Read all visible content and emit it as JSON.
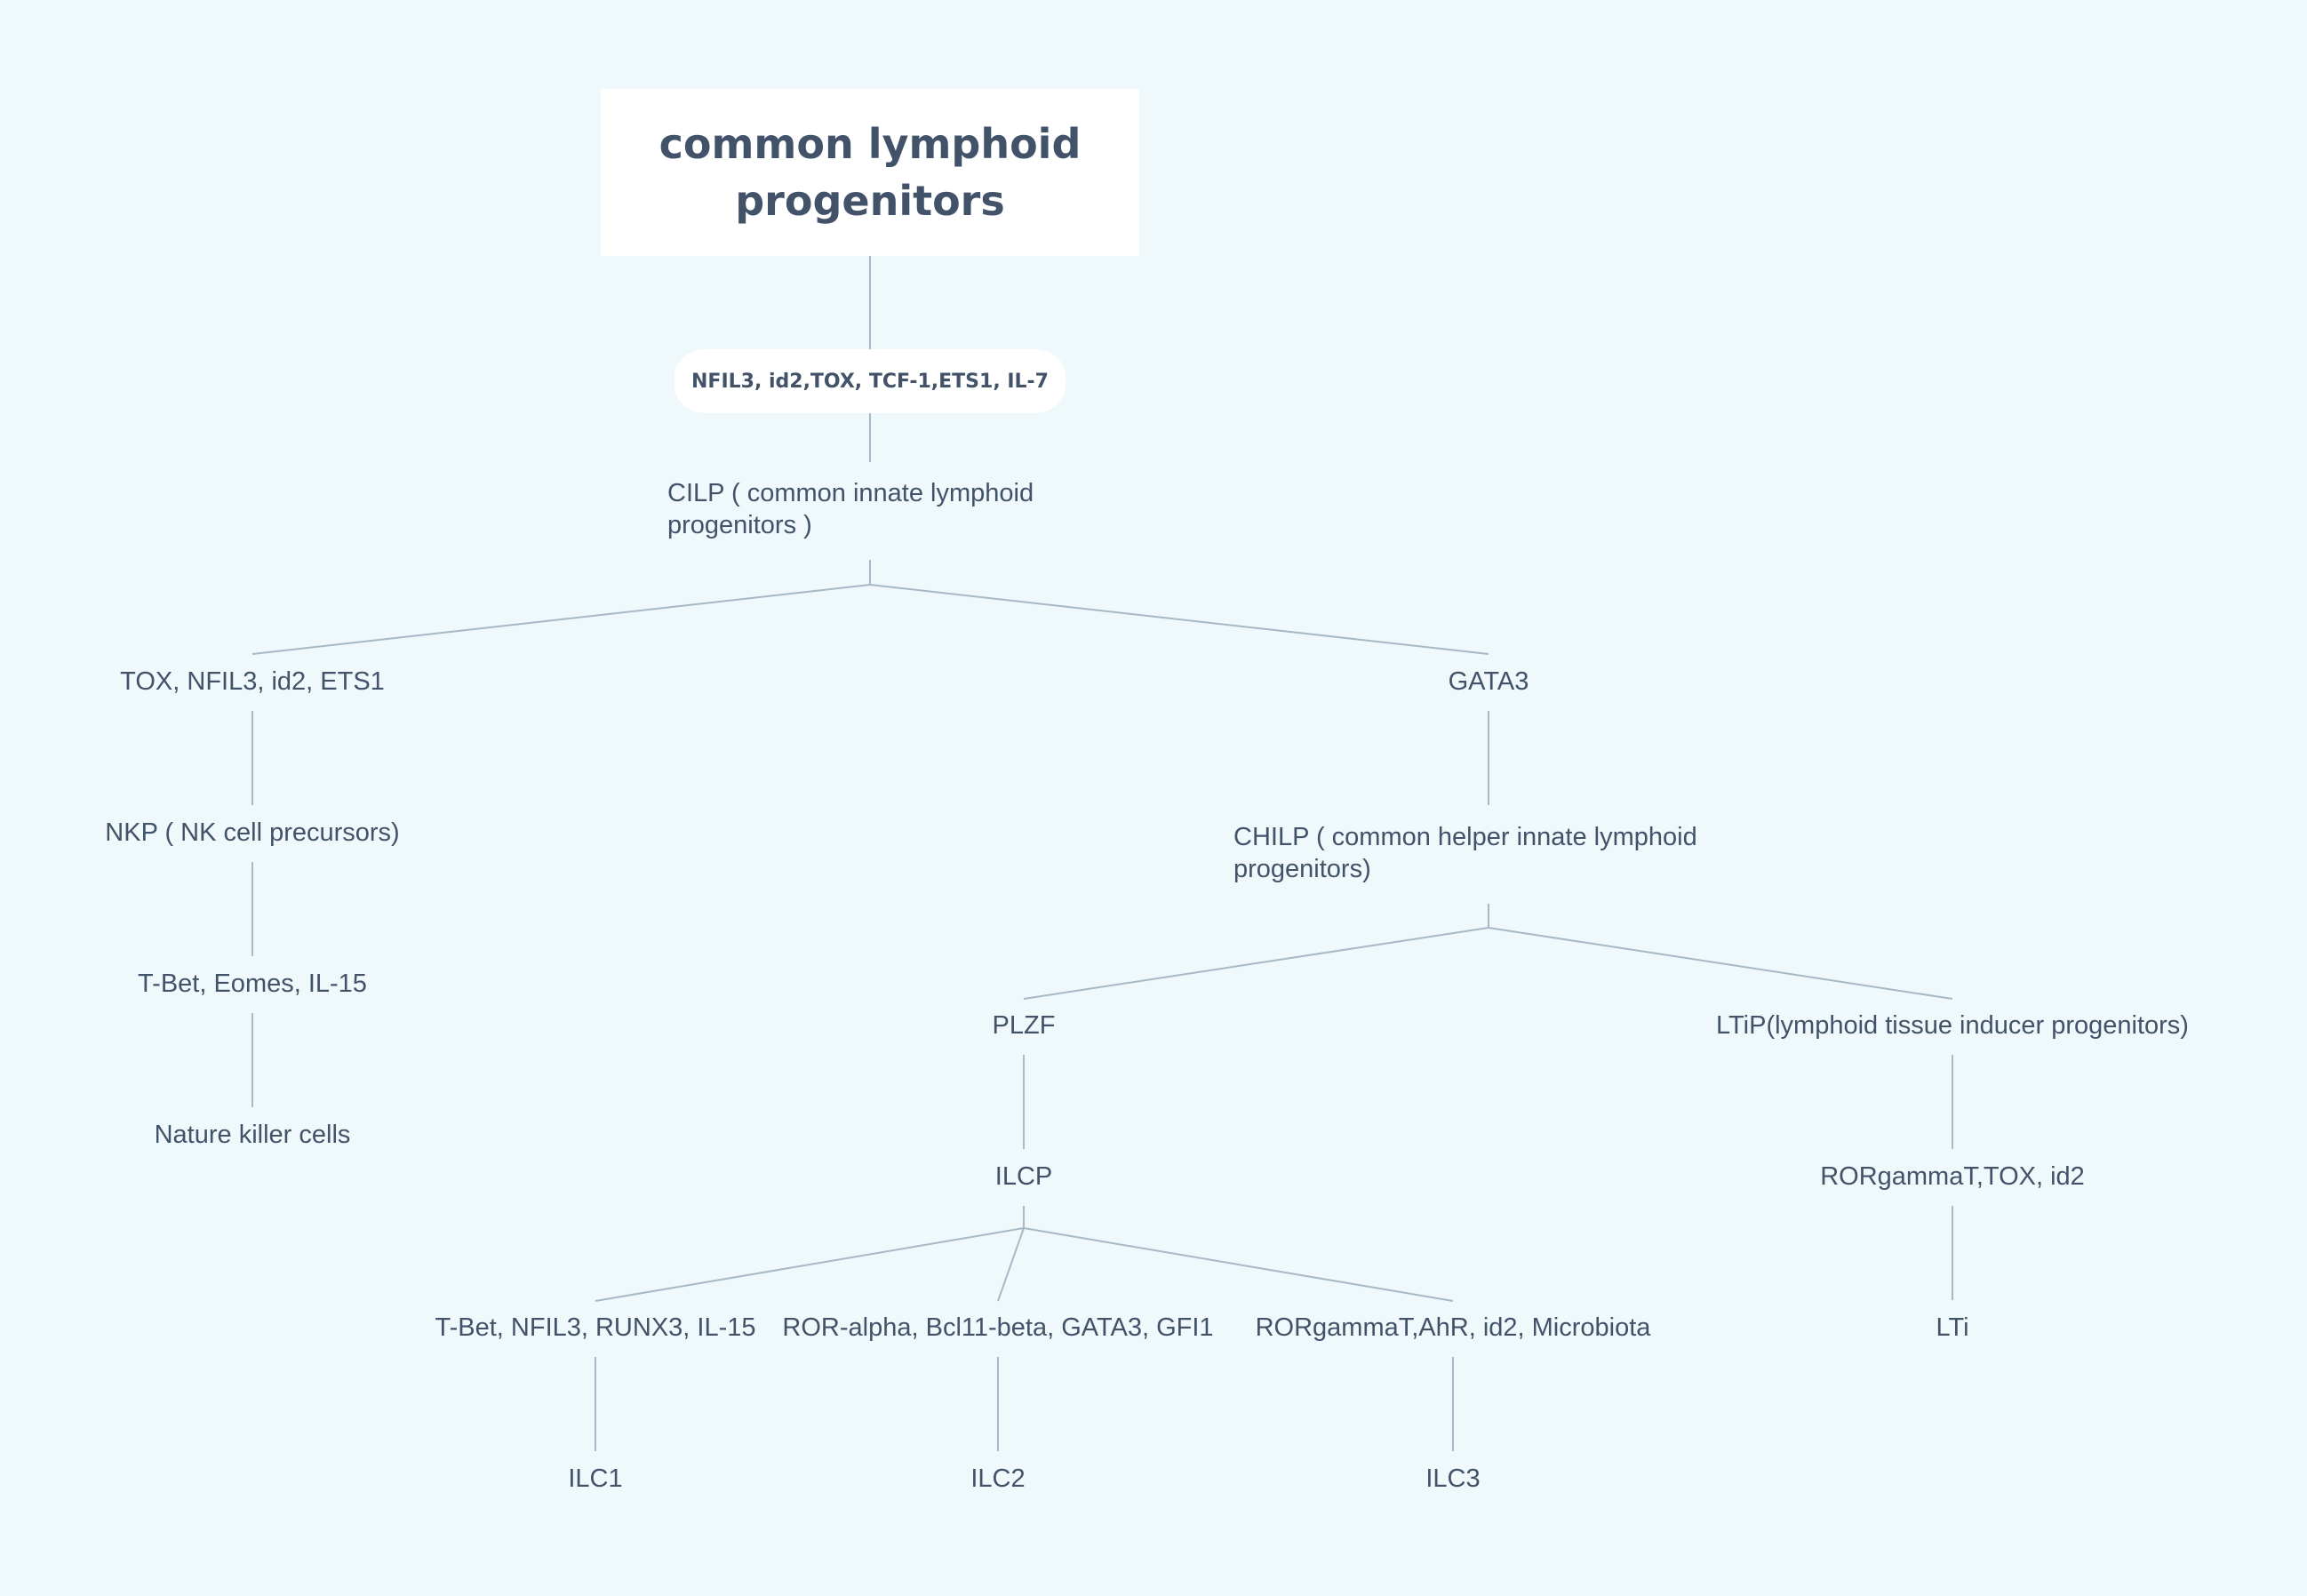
{
  "diagram": {
    "root": "common lymphoid progenitors",
    "root_factors": "NFIL3, id2,TOX, TCF-1,ETS1, IL-7",
    "cilp": "CILP ( common innate lymphoid progenitors )",
    "nk_branch": {
      "factors": "TOX, NFIL3, id2, ETS1",
      "nkp": "NKP ( NK cell precursors)",
      "nkp_factors": "T-Bet, Eomes, IL-15",
      "nk_cells": "Nature killer cells"
    },
    "helper_branch": {
      "factors": "GATA3",
      "chilp": "CHILP ( common helper innate lymphoid progenitors)",
      "plzf": "PLZF",
      "ilcp": "ILCP",
      "ilc1_factors": "T-Bet, NFIL3, RUNX3, IL-15",
      "ilc2_factors": "ROR-alpha, Bcl11-beta, GATA3, GFI1",
      "ilc3_factors": "RORgammaT,AhR, id2, Microbiota",
      "ilc1": "ILC1",
      "ilc2": "ILC2",
      "ilc3": "ILC3",
      "ltip": "LTiP(lymphoid tissue inducer progenitors)",
      "ltip_factors": "RORgammaT,TOX, id2",
      "lti": "LTi"
    }
  },
  "colors": {
    "background": "#eff8fb",
    "text": "#425269",
    "connector": "#a7b8c6",
    "box": "#ffffff"
  }
}
